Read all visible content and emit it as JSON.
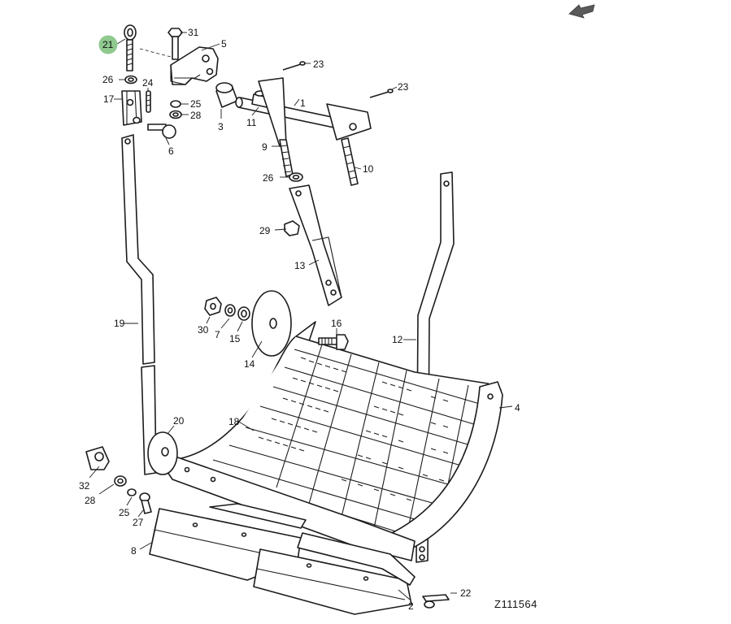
{
  "diagram": {
    "drawing_code": "Z111564",
    "highlight_color": "#8fc98f",
    "highlighted_callout": "21",
    "callouts": {
      "c21": "21",
      "c31": "31",
      "c5": "5",
      "c23a": "23",
      "c23b": "23",
      "c26a": "26",
      "c24": "24",
      "c17": "17",
      "c25a": "25",
      "c28a": "28",
      "c3": "3",
      "c11": "11",
      "c1": "1",
      "c6": "6",
      "c9": "9",
      "c10": "10",
      "c26b": "26",
      "c29": "29",
      "c13": "13",
      "c19": "19",
      "c30": "30",
      "c7": "7",
      "c15": "15",
      "c16": "16",
      "c14": "14",
      "c12": "12",
      "c4": "4",
      "c20": "20",
      "c18": "18",
      "c32": "32",
      "c28b": "28",
      "c25b": "25",
      "c27": "27",
      "c8": "8",
      "c22": "22",
      "c2": "2"
    },
    "nav_icon": "arrow-down-left-icon"
  }
}
